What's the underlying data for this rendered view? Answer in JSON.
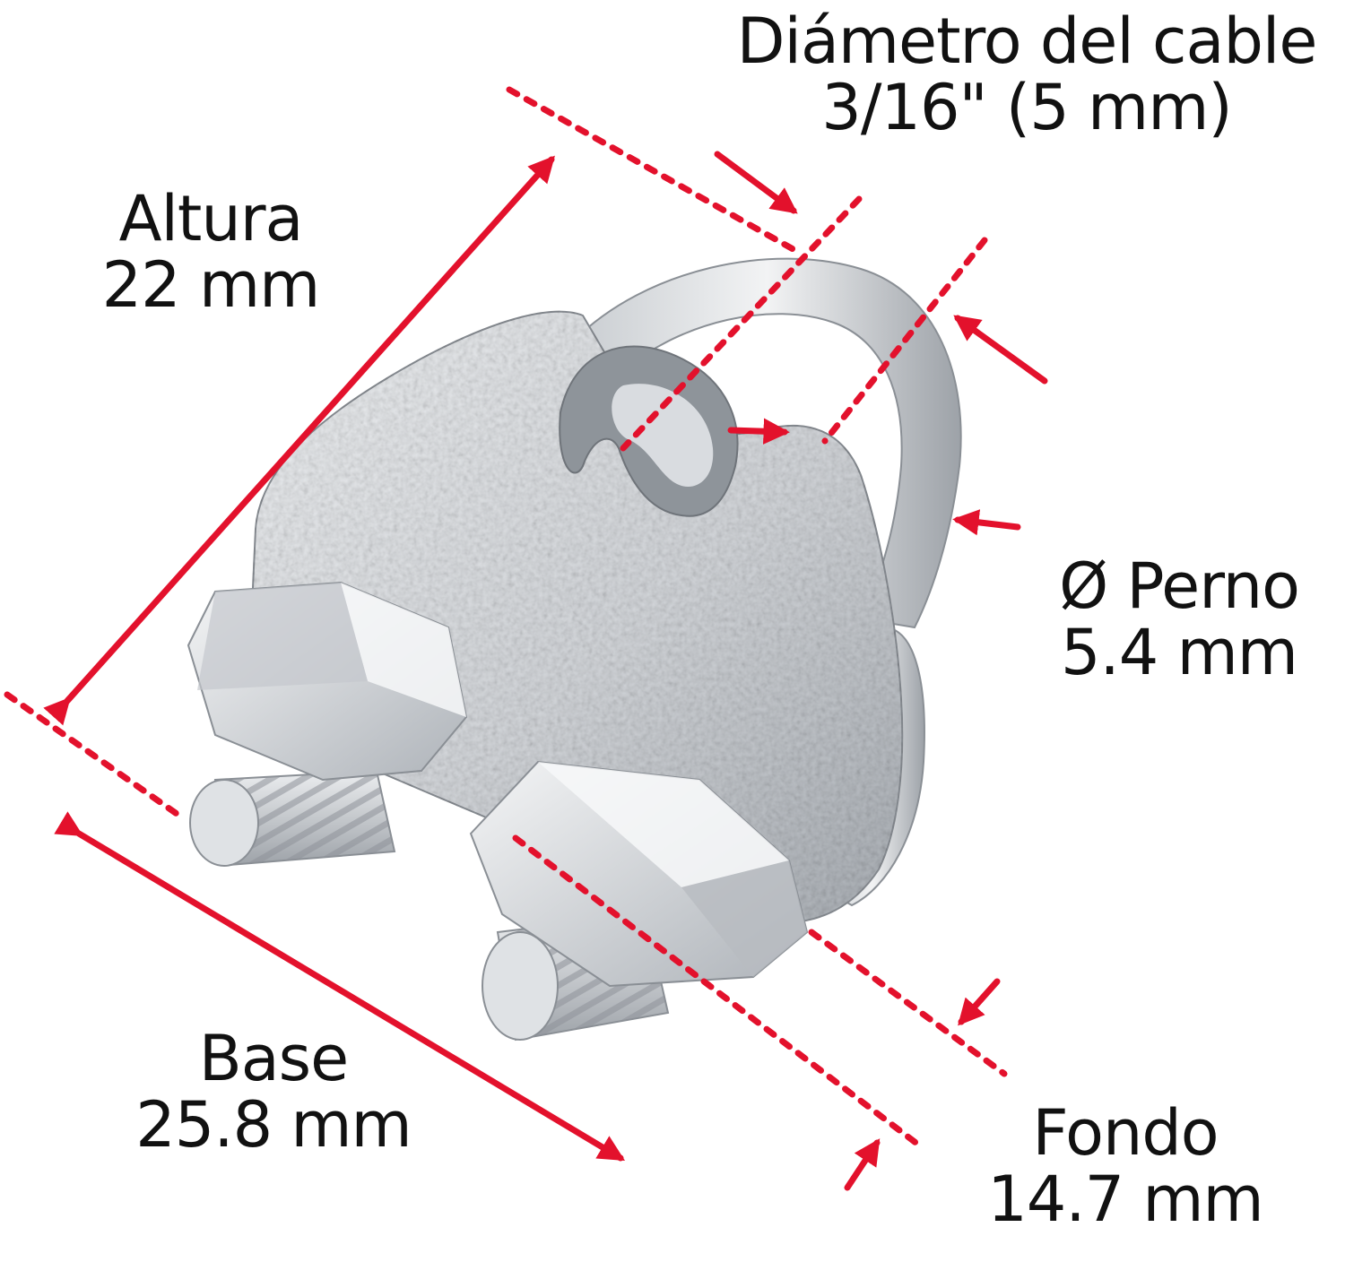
{
  "labels": {
    "cable_title": "Diámetro del cable",
    "cable_value": "3/16\" (5 mm)",
    "altura_title": "Altura",
    "altura_value": "22 mm",
    "perno_title": "Ø Perno",
    "perno_value": "5.4 mm",
    "base_title": "Base",
    "base_value": "25.8 mm",
    "fondo_title": "Fondo",
    "fondo_value": "14.7 mm"
  },
  "colors": {
    "dimension": "#e3112c",
    "zinc_light": "#e6e8ea",
    "zinc_mid": "#b9bdc2",
    "zinc_dark": "#7d8288",
    "text": "#111111"
  }
}
